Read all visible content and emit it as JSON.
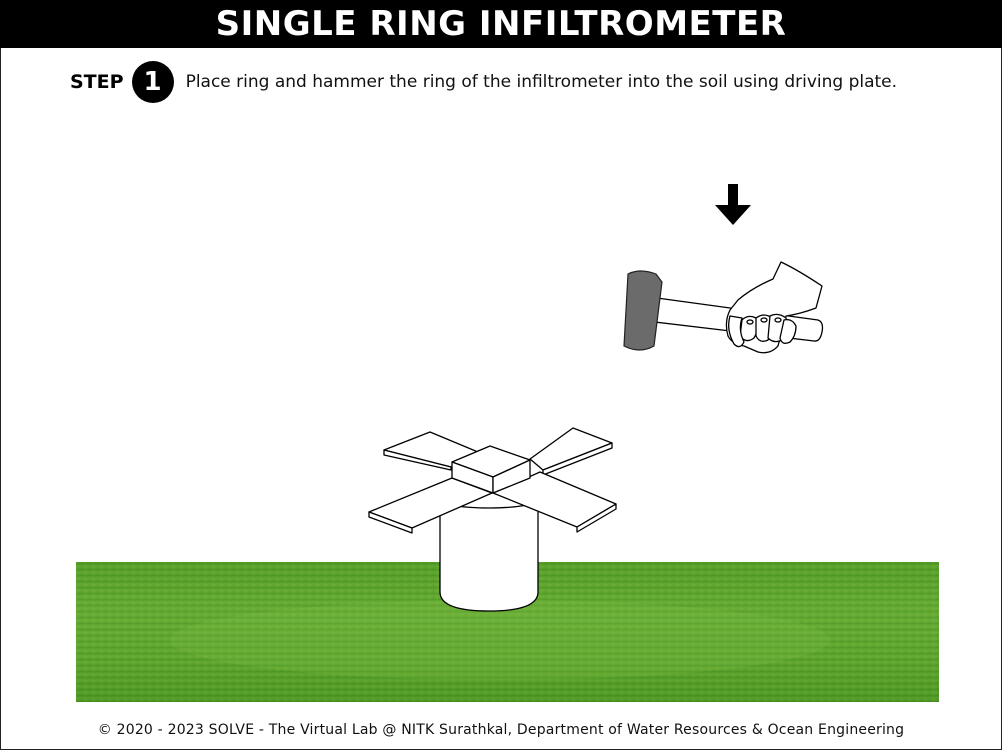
{
  "header": {
    "title": "SINGLE RING INFILTROMETER"
  },
  "step": {
    "label": "STEP",
    "number": "1",
    "instruction": "Place ring and hammer the ring of the infiltrometer into the soil using driving plate."
  },
  "colors": {
    "grass_light": "#6fb13a",
    "grass_dark": "#2f6b16",
    "hammer_head": "#6b6b6b",
    "arrow": "#000000"
  },
  "footer": {
    "text": "© 2020 - 2023 SOLVE - The Virtual Lab @ NITK Surathkal, Department of Water Resources & Ocean Engineering"
  }
}
